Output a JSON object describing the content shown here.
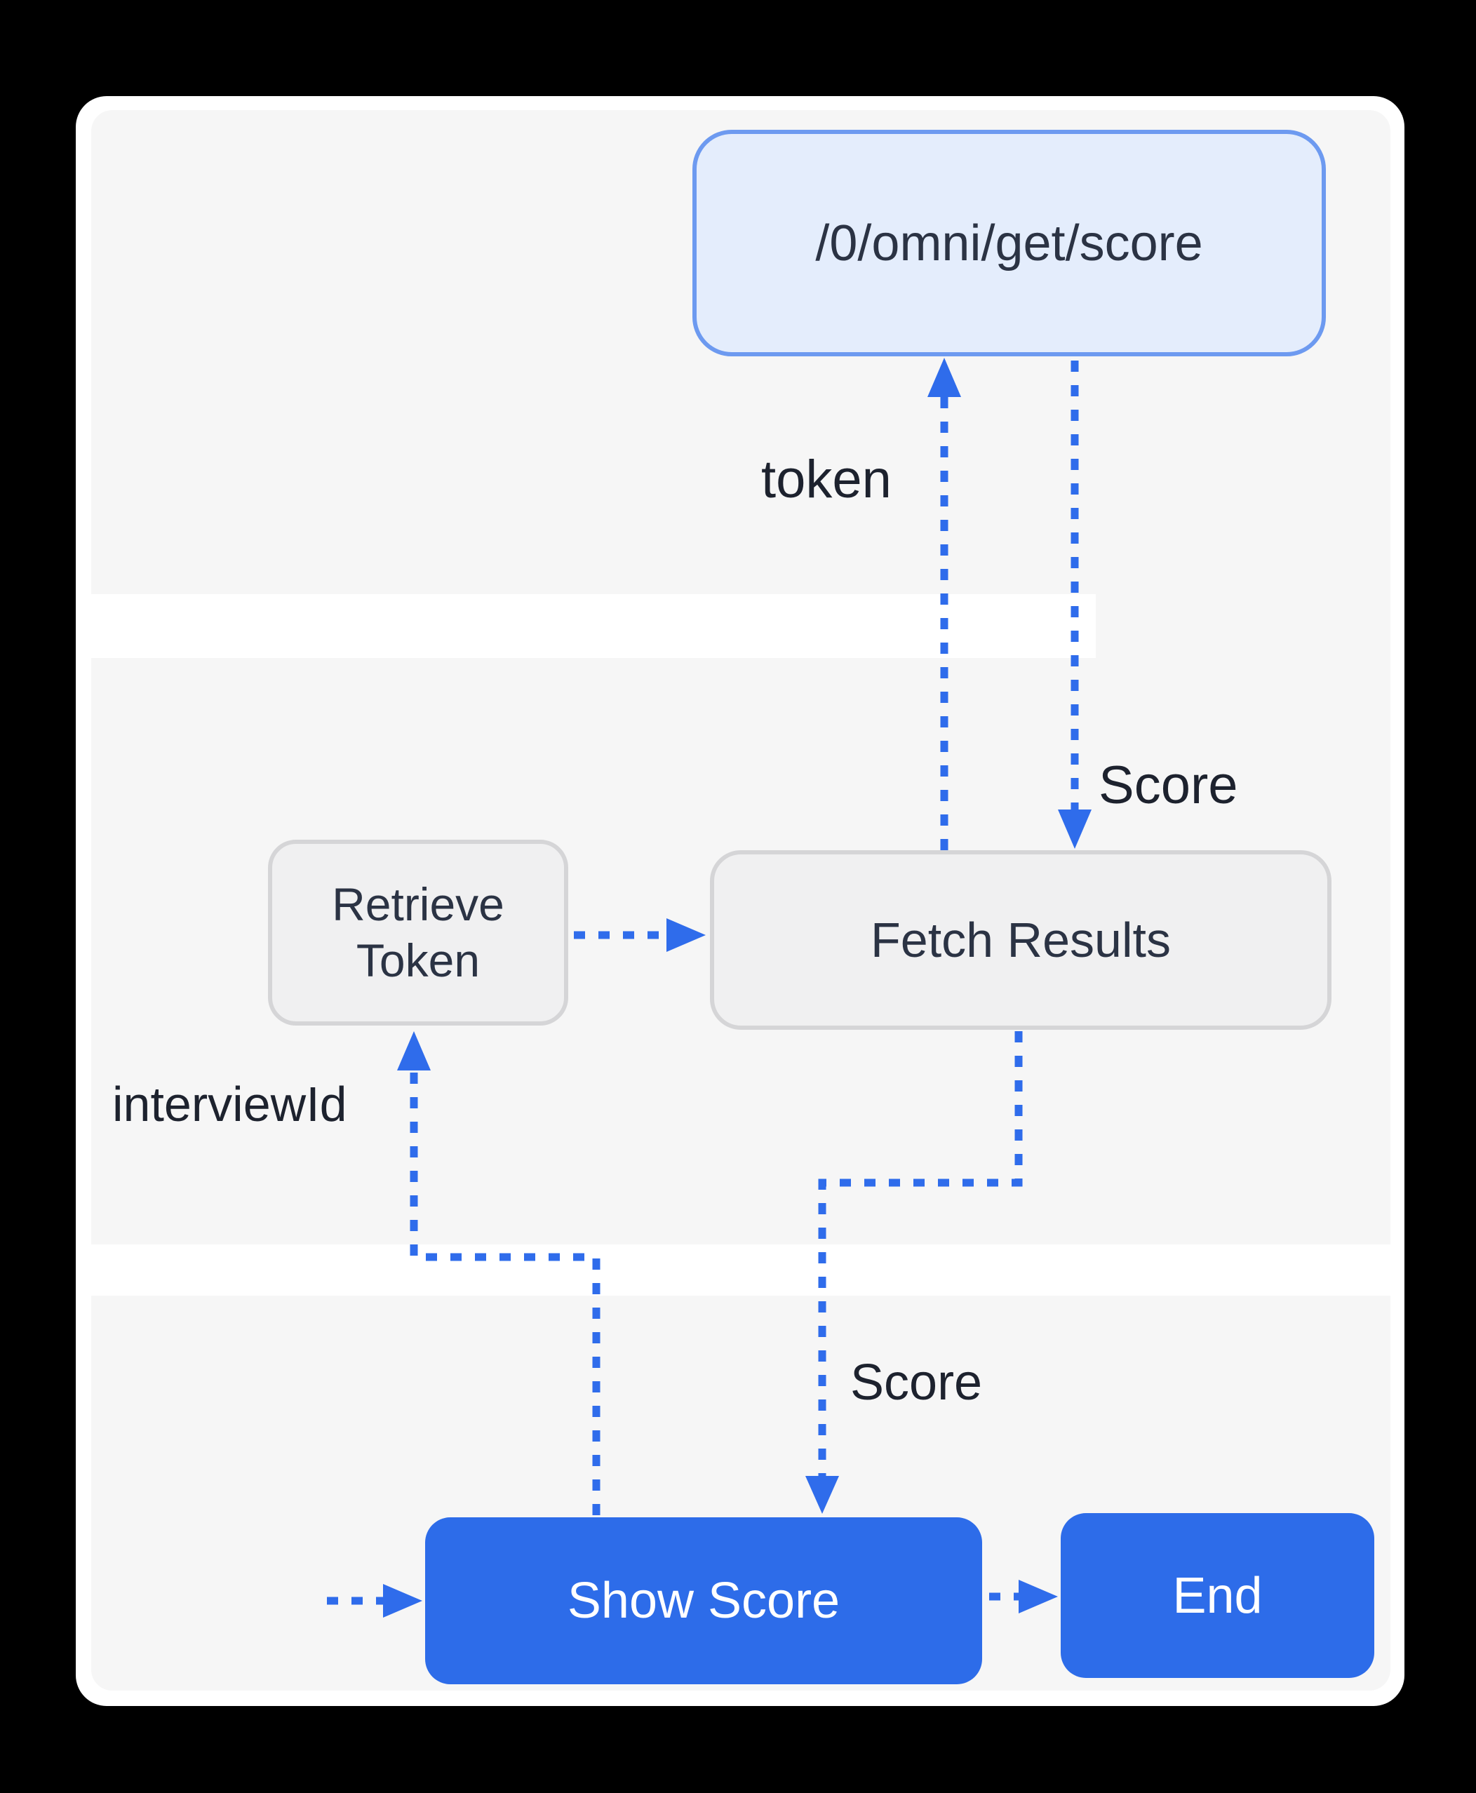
{
  "diagram": {
    "nodes": {
      "api_endpoint": {
        "label": "/0/omni/get/score"
      },
      "retrieve_token": {
        "label_line1": "Retrieve",
        "label_line2": "Token"
      },
      "fetch_results": {
        "label": "Fetch Results"
      },
      "show_score": {
        "label": "Show Score"
      },
      "end": {
        "label": "End"
      }
    },
    "edge_labels": {
      "token": "token",
      "score_top": "Score",
      "interview_id": "interviewId",
      "score_bottom": "Score"
    },
    "colors": {
      "canvas": "#000000",
      "card": "#ffffff",
      "lane": "#f6f6f6",
      "edge_blue": "#2f6ceb",
      "endpoint_fill": "#e4edfc",
      "endpoint_border": "#6d9af0",
      "process_fill": "#f0f0f1",
      "process_border": "#d5d5d7",
      "action_fill": "#2d6ce9",
      "action_text": "#ffffff",
      "node_text": "#2b3344",
      "label_text": "#1d222e"
    }
  }
}
